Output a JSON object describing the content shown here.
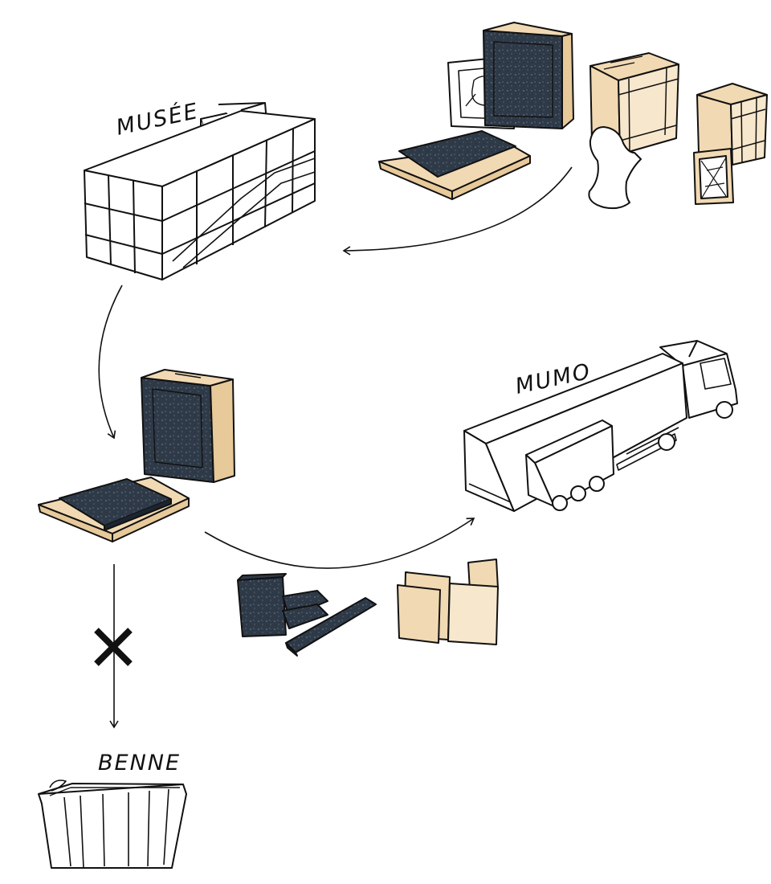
{
  "labels": {
    "museum": "MUSÉE",
    "mumo": "MUMO",
    "dumpster": "BENNE"
  },
  "colors": {
    "ink": "#111111",
    "foam": "#2f3a48",
    "wood": "#f1d9b3",
    "paper": "#ffffff"
  },
  "icons": {
    "museum": "museum-building-icon",
    "crates": "art-crates-icon",
    "truck": "mumo-truck-icon",
    "packing": "packing-materials-icon",
    "dumpster": "dumpster-icon",
    "forbidden": "cross-mark-icon"
  }
}
